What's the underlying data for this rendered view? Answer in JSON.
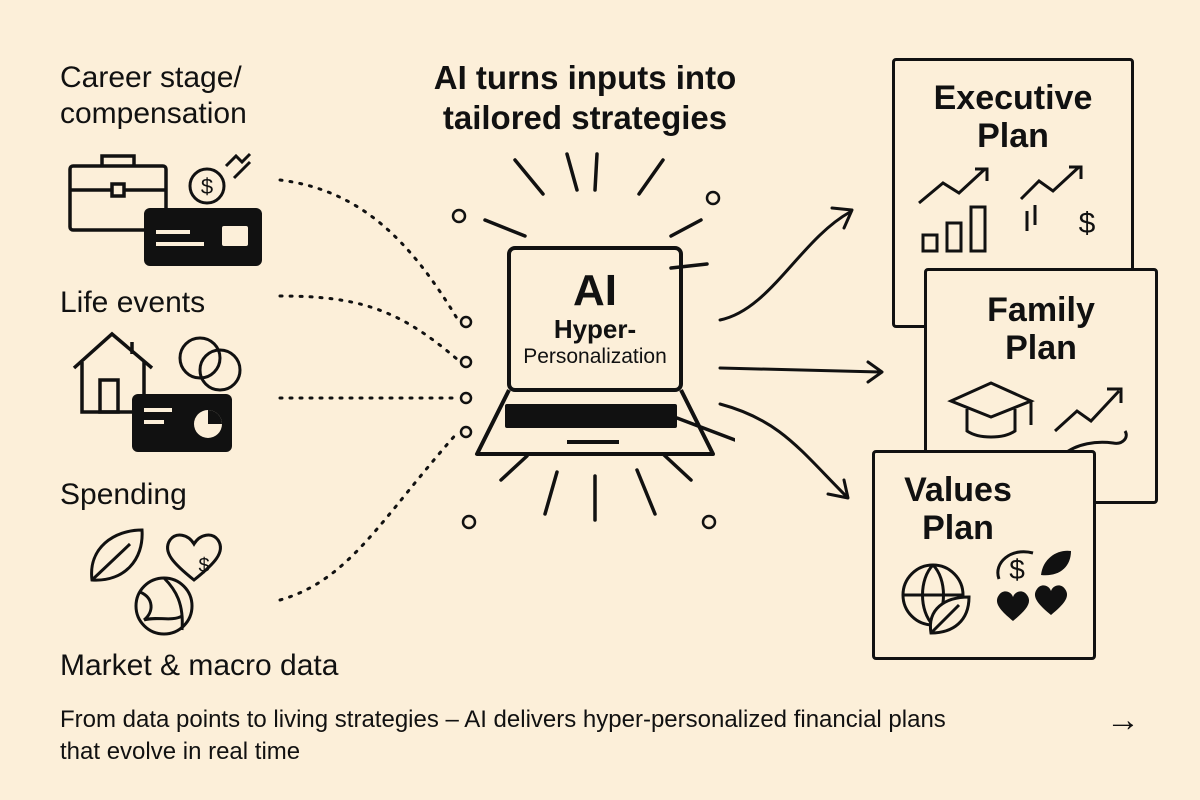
{
  "title": "AI turns inputs into tailored strategies",
  "inputs": {
    "career": [
      "Career stage/",
      "compensation"
    ],
    "life_events": "Life events",
    "spending": "Spending",
    "market": "Market & macro data"
  },
  "center": {
    "line1": "AI",
    "line2": "Hyper-",
    "line3": "Personalization"
  },
  "plans": {
    "executive": [
      "Executive",
      "Plan"
    ],
    "family": [
      "Family",
      "Plan"
    ],
    "values": [
      "Values",
      "Plan"
    ]
  },
  "footer": {
    "line1": "From data points to living strategies – AI delivers hyper-personalized financial plans",
    "line2": "that evolve in real time",
    "arrow": "→"
  },
  "colors": {
    "background": "#fcefd9",
    "ink": "#111111"
  }
}
